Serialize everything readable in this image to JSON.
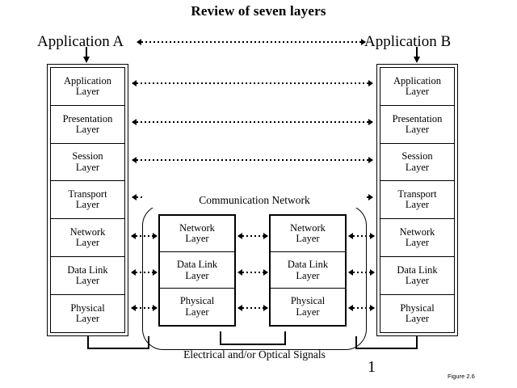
{
  "title": "Review of seven layers",
  "endpoints": {
    "left": "Application A",
    "right": "Application B"
  },
  "host_stack_layers": [
    {
      "line1": "Application",
      "line2": "Layer"
    },
    {
      "line1": "Presentation",
      "line2": "Layer"
    },
    {
      "line1": "Session",
      "line2": "Layer"
    },
    {
      "line1": "Transport",
      "line2": "Layer"
    },
    {
      "line1": "Network",
      "line2": "Layer"
    },
    {
      "line1": "Data Link",
      "line2": "Layer"
    },
    {
      "line1": "Physical",
      "line2": "Layer"
    }
  ],
  "node_stack_layers": [
    {
      "line1": "Network",
      "line2": "Layer"
    },
    {
      "line1": "Data Link",
      "line2": "Layer"
    },
    {
      "line1": "Physical",
      "line2": "Layer"
    }
  ],
  "network_cloud": {
    "label": "Communication Network"
  },
  "signals_label": "Electrical and/or Optical Signals",
  "page_number": "1",
  "figure_label": "Figure 2.6",
  "colors": {
    "ink": "#000000",
    "background": "#ffffff"
  }
}
